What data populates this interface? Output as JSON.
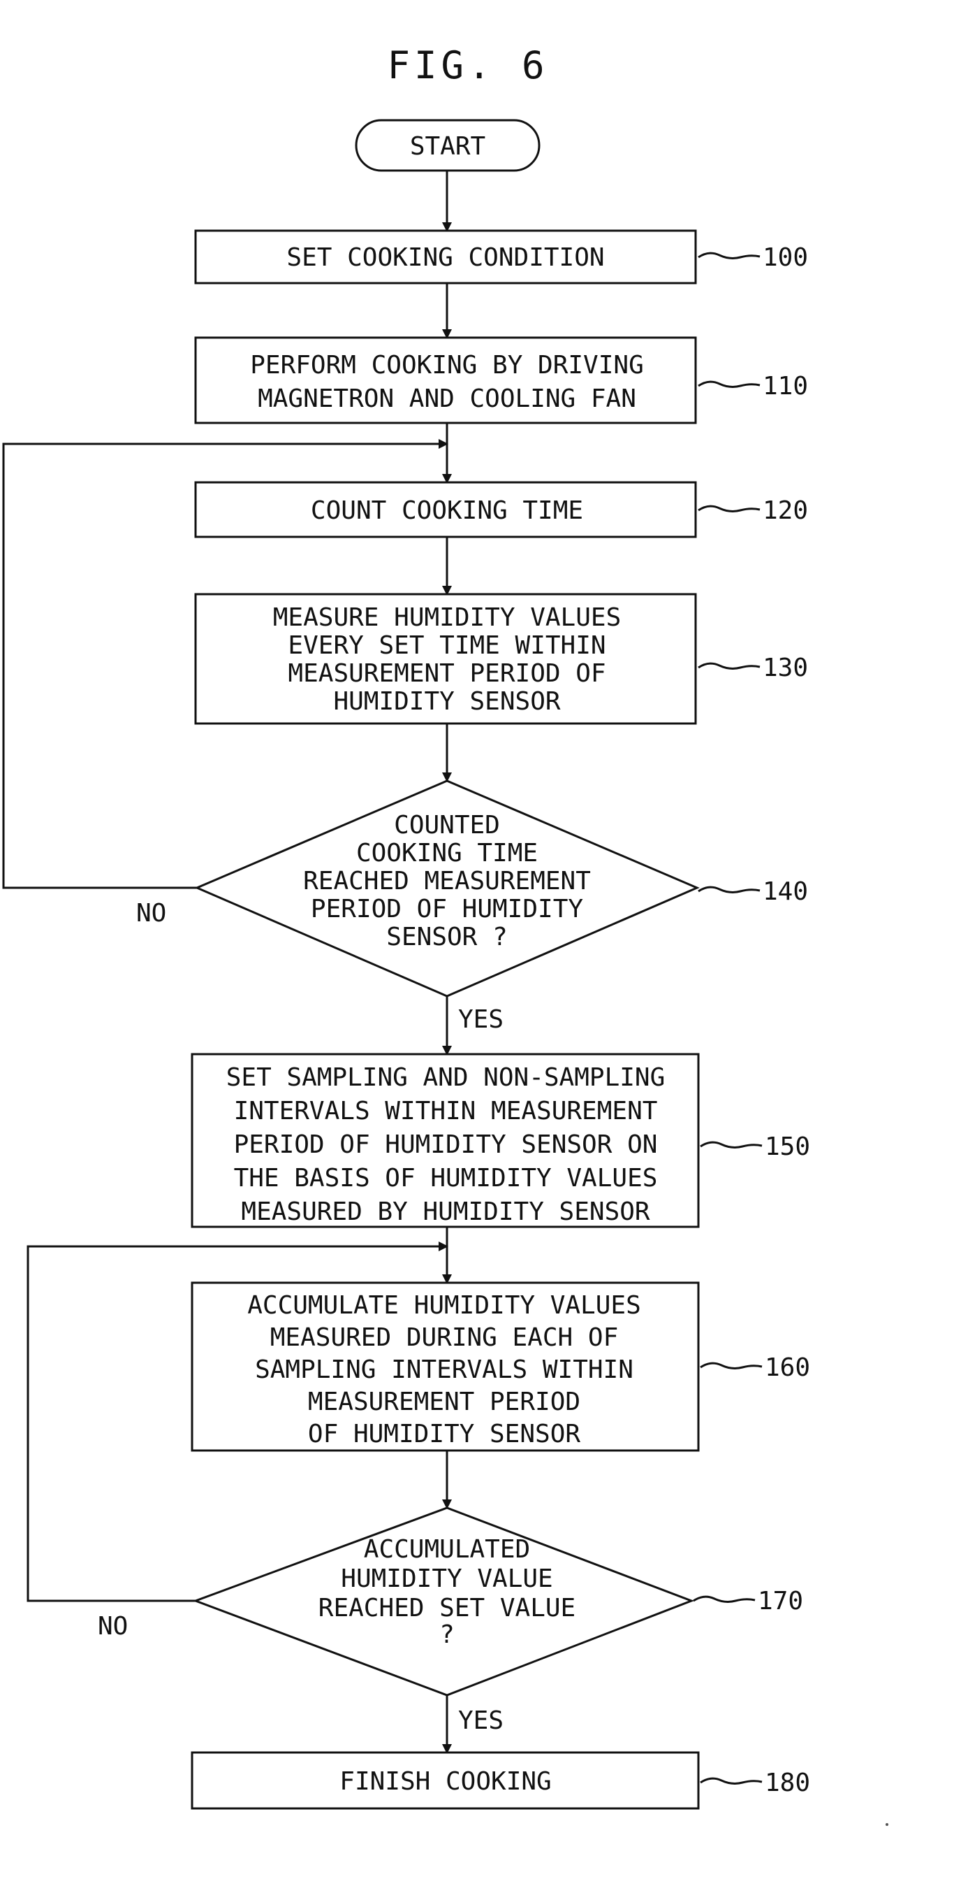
{
  "figure": {
    "title": "FIG. 6"
  },
  "nodes": [
    {
      "id": "start",
      "type": "terminal",
      "lines": [
        "START"
      ]
    },
    {
      "id": "n100",
      "type": "process",
      "ref": "100",
      "lines": [
        "SET COOKING CONDITION"
      ]
    },
    {
      "id": "n110",
      "type": "process",
      "ref": "110",
      "lines": [
        "PERFORM COOKING BY DRIVING",
        "MAGNETRON AND COOLING FAN"
      ]
    },
    {
      "id": "n120",
      "type": "process",
      "ref": "120",
      "lines": [
        "COUNT COOKING TIME"
      ]
    },
    {
      "id": "n130",
      "type": "process",
      "ref": "130",
      "lines": [
        "MEASURE HUMIDITY VALUES",
        "EVERY SET TIME WITHIN",
        "MEASUREMENT PERIOD OF",
        "HUMIDITY SENSOR"
      ]
    },
    {
      "id": "n140",
      "type": "decision",
      "ref": "140",
      "lines": [
        "COUNTED",
        "COOKING TIME",
        "REACHED MEASUREMENT",
        "PERIOD OF HUMIDITY",
        "SENSOR ?"
      ]
    },
    {
      "id": "n150",
      "type": "process",
      "ref": "150",
      "lines": [
        "SET SAMPLING AND NON-SAMPLING",
        "INTERVALS WITHIN MEASUREMENT",
        "PERIOD OF HUMIDITY SENSOR ON",
        "THE BASIS OF HUMIDITY VALUES",
        "MEASURED BY HUMIDITY SENSOR"
      ]
    },
    {
      "id": "n160",
      "type": "process",
      "ref": "160",
      "lines": [
        "ACCUMULATE HUMIDITY VALUES",
        "MEASURED DURING EACH OF",
        "SAMPLING INTERVALS WITHIN",
        "MEASUREMENT PERIOD",
        "OF HUMIDITY SENSOR"
      ]
    },
    {
      "id": "n170",
      "type": "decision",
      "ref": "170",
      "lines": [
        "ACCUMULATED",
        "HUMIDITY VALUE",
        "REACHED SET VALUE",
        "?"
      ]
    },
    {
      "id": "n180",
      "type": "process",
      "ref": "180",
      "lines": [
        "FINISH COOKING"
      ]
    }
  ],
  "edge_labels": {
    "n140_yes": "YES",
    "n140_no": "NO",
    "n170_yes": "YES",
    "n170_no": "NO"
  }
}
